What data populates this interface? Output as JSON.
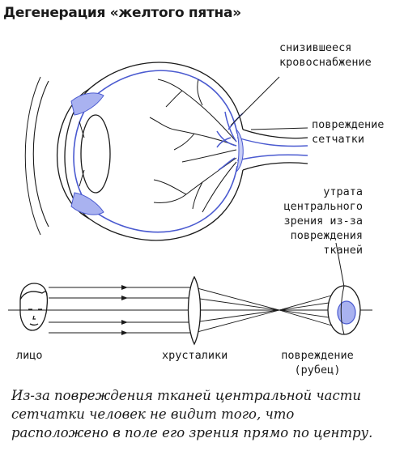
{
  "title": "Дегенерация «желтого пятна»",
  "labels": {
    "blood_supply": [
      "снизившееся",
      "кровоснабжение"
    ],
    "retina_damage": [
      "повреждение",
      "сетчатки"
    ],
    "vision_loss": [
      "утрата",
      "центрального",
      "зрения из-за",
      "повреждения",
      "тканей"
    ],
    "face": "лицо",
    "lens": "хрусталики",
    "scar": [
      "повреждение",
      "(рубец)"
    ]
  },
  "caption": [
    "Из-за повреждения тканей центральной части",
    "сетчатки человек не видит того, что",
    "расположено в поле его зрения прямо по центру."
  ],
  "colors": {
    "ink": "#1a1a1a",
    "accent_blue": "#4a5ad0",
    "fill_blue": "#a9b2f0",
    "retina_fill": "#c7cdf5"
  }
}
